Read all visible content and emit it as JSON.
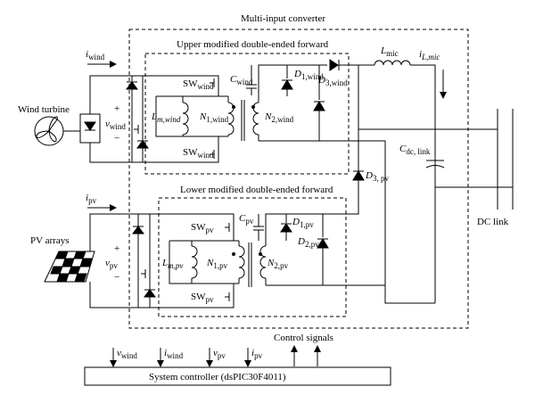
{
  "title": "Multi-input converter",
  "sections": {
    "upper": "Upper modified double-ended forward",
    "lower": "Lower modified double-ended forward"
  },
  "sources": {
    "wind": "Wind turbine",
    "pv": "PV arrays"
  },
  "labels": {
    "i_wind": "i",
    "i_wind_sub": "wind",
    "v_wind": "v",
    "v_wind_sub": "wind",
    "i_pv": "i",
    "i_pv_sub": "pv",
    "v_pv": "v",
    "v_pv_sub": "pv",
    "sw": "SW",
    "sw_wind_sub": "wind",
    "sw_pv_sub": "pv",
    "c": "C",
    "c_wind_sub": "wind",
    "c_pv_sub": "pv",
    "lm": "L",
    "lm_wind_sub": "m,wind",
    "lm_pv_sub": "m,pv",
    "n": "N",
    "n1_wind_sub": "1,wind",
    "n2_wind_sub": "2,wind",
    "n1_pv_sub": "1,pv",
    "n2_pv_sub": "2,pv",
    "d": "D",
    "d1_wind_sub": "1,wind",
    "d3_wind_sub": "3,wind",
    "d1_pv_sub": "1,pv",
    "d2_pv_sub": "2,pv",
    "d3_pv_sub": "3, pv",
    "l_mic": "L",
    "l_mic_sub": "mic",
    "i_l_mic": "i",
    "i_l_mic_sub": "L,mic",
    "c_dc": "C",
    "c_dc_sub": "dc, link",
    "dc_link": "DC link",
    "plus": "+",
    "minus": "−"
  },
  "control": {
    "signals_label": "Control signals",
    "controller": "System controller (dsPIC30F4011)",
    "inputs": [
      {
        "sym": "v",
        "sub": "wind"
      },
      {
        "sym": "i",
        "sub": "wind"
      },
      {
        "sym": "v",
        "sub": "pv"
      },
      {
        "sym": "i",
        "sub": "pv"
      }
    ]
  }
}
